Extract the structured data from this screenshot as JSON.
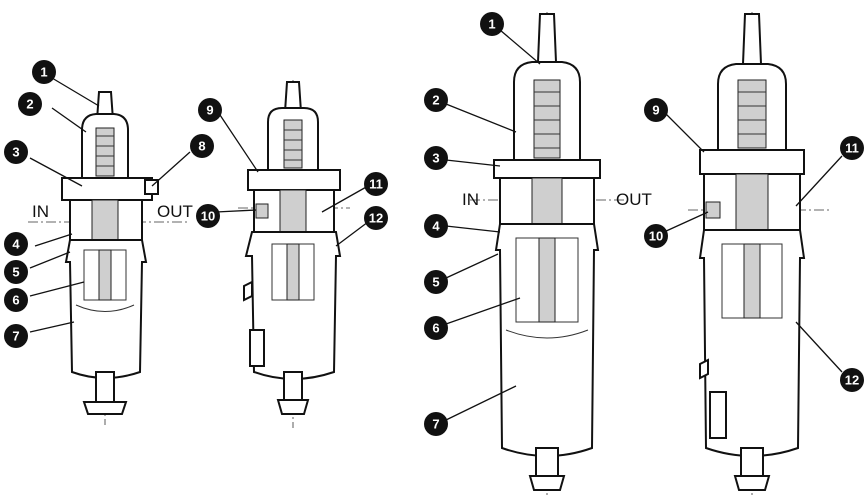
{
  "port_labels": {
    "in": "IN",
    "out": "OUT"
  },
  "callouts": [
    {
      "figure": "small-regulator",
      "number": "1"
    },
    {
      "figure": "small-regulator",
      "number": "2"
    },
    {
      "figure": "small-regulator",
      "number": "3"
    },
    {
      "figure": "small-regulator",
      "number": "4"
    },
    {
      "figure": "small-regulator",
      "number": "5"
    },
    {
      "figure": "small-regulator",
      "number": "6"
    },
    {
      "figure": "small-regulator",
      "number": "7"
    },
    {
      "figure": "small-regulator",
      "number": "8"
    },
    {
      "figure": "small-regulator-side",
      "number": "9"
    },
    {
      "figure": "small-regulator-side",
      "number": "10"
    },
    {
      "figure": "small-regulator-side",
      "number": "11"
    },
    {
      "figure": "small-regulator-side",
      "number": "12"
    },
    {
      "figure": "large-regulator",
      "number": "1"
    },
    {
      "figure": "large-regulator",
      "number": "2"
    },
    {
      "figure": "large-regulator",
      "number": "3"
    },
    {
      "figure": "large-regulator",
      "number": "4"
    },
    {
      "figure": "large-regulator",
      "number": "5"
    },
    {
      "figure": "large-regulator",
      "number": "6"
    },
    {
      "figure": "large-regulator",
      "number": "7"
    },
    {
      "figure": "large-regulator-side",
      "number": "9"
    },
    {
      "figure": "large-regulator-side",
      "number": "10"
    },
    {
      "figure": "large-regulator-side",
      "number": "11"
    },
    {
      "figure": "large-regulator-side",
      "number": "12"
    }
  ],
  "colors": {
    "badge": "#111111",
    "line": "#111111",
    "shade": "#cfcfcf"
  }
}
